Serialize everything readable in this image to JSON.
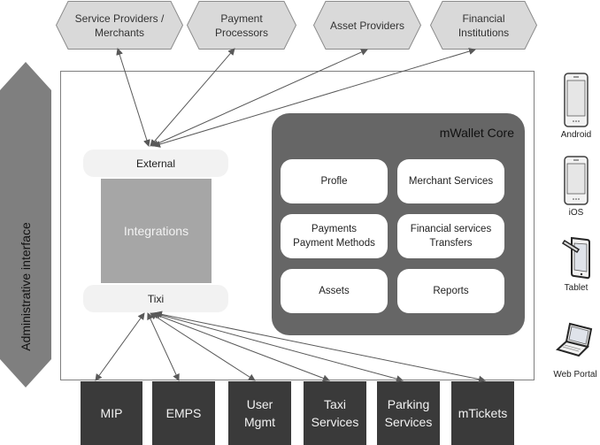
{
  "diagram": {
    "external_entities": [
      {
        "label": "Service Providers /\nMerchants"
      },
      {
        "label": "Payment\nProcessors"
      },
      {
        "label": "Asset Providers"
      },
      {
        "label": "Financial\nInstitutions"
      }
    ],
    "admin_interface": {
      "label": "Administrative interface"
    },
    "integrations": {
      "external_label": "External",
      "title": "Integrations",
      "internal_label": "Tixi"
    },
    "core": {
      "title": "mWallet Core",
      "modules": [
        {
          "label": "Profle"
        },
        {
          "label": "Merchant Services"
        },
        {
          "label": "Payments\nPayment Methods"
        },
        {
          "label": "Financial services\nTransfers"
        },
        {
          "label": "Assets"
        },
        {
          "label": "Reports"
        }
      ]
    },
    "internal_systems": [
      {
        "label": "MIP"
      },
      {
        "label": "EMPS"
      },
      {
        "label": "User\nMgmt"
      },
      {
        "label": "Taxi\nServices"
      },
      {
        "label": "Parking\nServices"
      },
      {
        "label": "mTickets"
      }
    ],
    "clients": [
      {
        "label": "Android",
        "icon": "smartphone-icon"
      },
      {
        "label": "iOS",
        "icon": "smartphone-icon"
      },
      {
        "label": "Tablet",
        "icon": "tablet-icon"
      },
      {
        "label": "Web Portal",
        "icon": "laptop-icon"
      }
    ],
    "colors": {
      "hexagon_fill": "#d9d9d9",
      "core_fill": "#666666",
      "integrations_fill": "#a6a6a6",
      "internal_system_fill": "#3a3a3a",
      "arrow": "#595959"
    }
  }
}
